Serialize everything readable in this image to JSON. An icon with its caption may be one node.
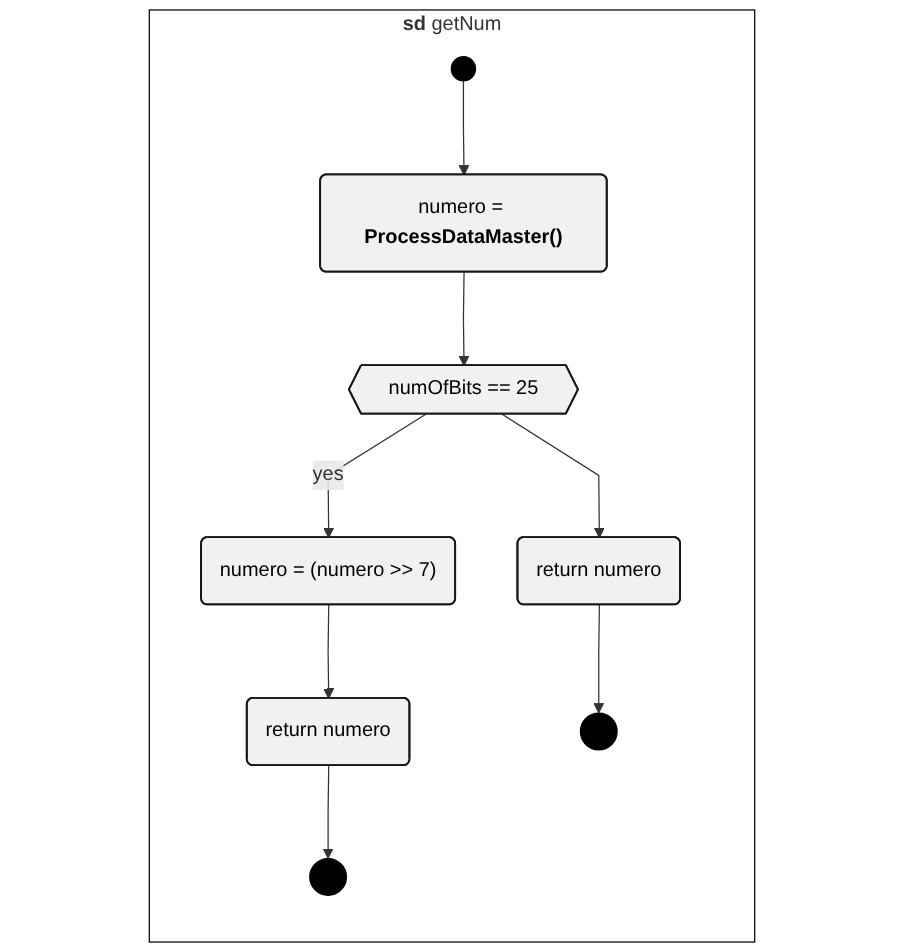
{
  "diagram": {
    "nodes": [
      {
        "text": [
          "**sd** getNum"
        ]
      },
      {
        "text": [],
        "shape": "circle",
        "in": 0
      },
      {
        "text": [
          "numero = **ProcessDataMaster()**"
        ],
        "in": 0
      },
      {
        "text": [
          "numOfBits == 25"
        ],
        "in": 0
      },
      {
        "text": [
          "numero = (numero >> 7)"
        ],
        "in": 0
      },
      {
        "text": [
          "return numero"
        ],
        "in": 0
      },
      {
        "text": [
          "return numero"
        ],
        "in": 0
      },
      {
        "text": [],
        "shape": "circle",
        "in": 0
      },
      {
        "text": [],
        "shape": "circle",
        "in": 0
      }
    ],
    "edges": [
      {
        "from": 1,
        "to": 2,
        "arrow": "to"
      },
      {
        "from": 2,
        "to": 3,
        "arrow": "to"
      },
      {
        "from": 3,
        "to": 4,
        "arrow": "to",
        "label": "yes"
      },
      {
        "from": 3,
        "to": 5,
        "arrow": "to"
      },
      {
        "from": 4,
        "to": 6,
        "arrow": "to"
      },
      {
        "from": 5,
        "to": 7,
        "arrow": "to"
      },
      {
        "from": 6,
        "to": 8,
        "arrow": "to"
      }
    ]
  }
}
